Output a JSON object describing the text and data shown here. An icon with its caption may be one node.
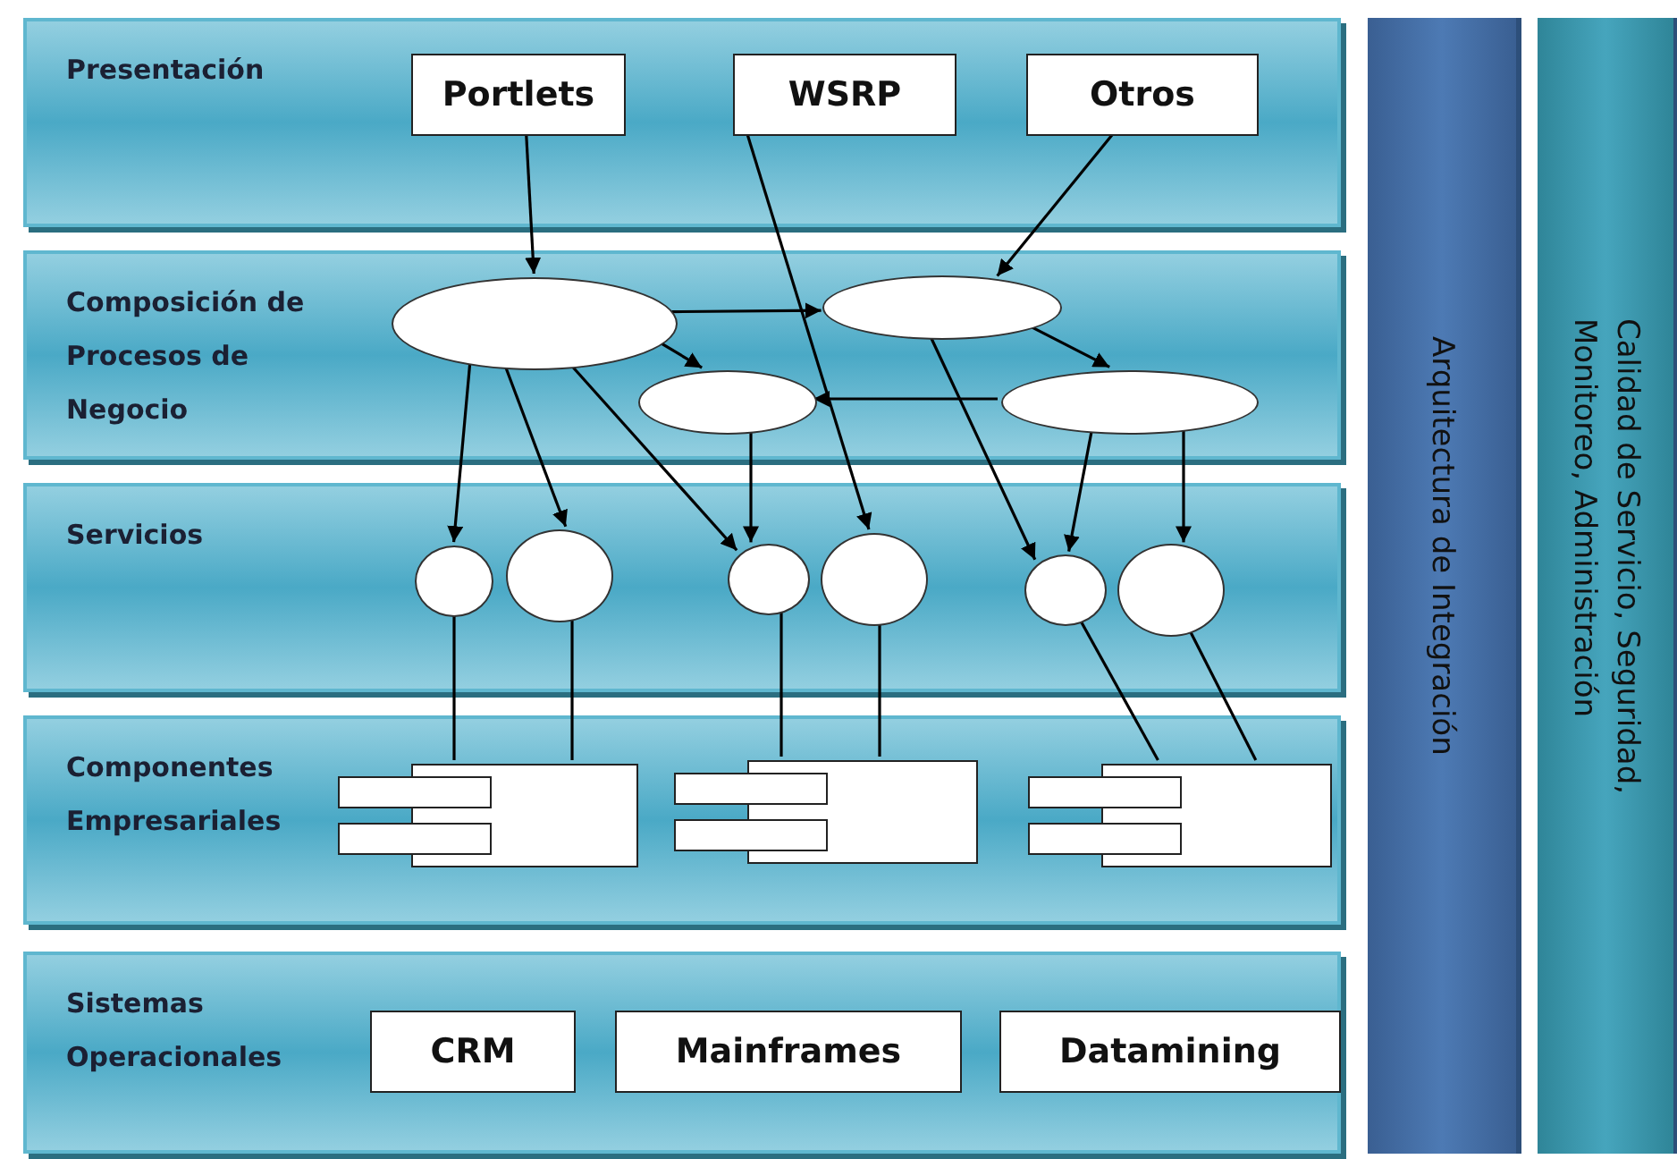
{
  "diagram": {
    "nodes": [
      {
        "text": [
          "Presentación"
        ]
      },
      {
        "text": [
          "Portlets"
        ],
        "in": 0
      },
      {
        "text": [
          "WSRP"
        ],
        "in": 0
      },
      {
        "text": [
          "Otros"
        ],
        "in": 0
      },
      {
        "text": [
          "Composición de Procesos de Negocio"
        ]
      },
      {
        "text": [],
        "shape": "ellipse",
        "in": 4
      },
      {
        "text": [],
        "shape": "ellipse",
        "in": 4
      },
      {
        "text": [],
        "shape": "ellipse",
        "in": 4
      },
      {
        "text": [],
        "shape": "ellipse",
        "in": 4
      },
      {
        "text": [
          "Servicios"
        ]
      },
      {
        "text": [],
        "shape": "circle",
        "in": 9
      },
      {
        "text": [],
        "shape": "circle",
        "in": 9
      },
      {
        "text": [],
        "shape": "circle",
        "in": 9
      },
      {
        "text": [],
        "shape": "circle",
        "in": 9
      },
      {
        "text": [],
        "shape": "circle",
        "in": 9
      },
      {
        "text": [],
        "shape": "circle",
        "in": 9
      },
      {
        "text": [
          "Componentes Empresariales"
        ]
      },
      {
        "text": [],
        "shape": "component",
        "in": 16
      },
      {
        "text": [],
        "shape": "component",
        "in": 16
      },
      {
        "text": [],
        "shape": "component",
        "in": 16
      },
      {
        "text": [
          "Sistemas Operacionales"
        ]
      },
      {
        "text": [
          "CRM"
        ],
        "in": 20
      },
      {
        "text": [
          "Mainframes"
        ],
        "in": 20
      },
      {
        "text": [
          "Datamining"
        ],
        "in": 20
      },
      {
        "text": [
          "Arquitectura de Integración"
        ]
      },
      {
        "text": [
          "Calidad de Servicio, Seguridad, Monitoreo, Administración"
        ]
      }
    ],
    "edges": [
      {
        "from": 1,
        "to": 5,
        "arrow": "to"
      },
      {
        "from": 2,
        "to": 13,
        "arrow": "to"
      },
      {
        "from": 3,
        "to": 7,
        "arrow": "to"
      },
      {
        "from": 5,
        "to": 7,
        "arrow": "to"
      },
      {
        "from": 5,
        "to": 6,
        "arrow": "to"
      },
      {
        "from": 5,
        "to": 10,
        "arrow": "to"
      },
      {
        "from": 5,
        "to": 11,
        "arrow": "to"
      },
      {
        "from": 5,
        "to": 12,
        "arrow": "to"
      },
      {
        "from": 6,
        "to": 12,
        "arrow": "to"
      },
      {
        "from": 8,
        "to": 6,
        "arrow": "to"
      },
      {
        "from": 7,
        "to": 14,
        "arrow": "to"
      },
      {
        "from": 7,
        "to": 8,
        "arrow": "to"
      },
      {
        "from": 8,
        "to": 14,
        "arrow": "to"
      },
      {
        "from": 8,
        "to": 15,
        "arrow": "to"
      },
      {
        "from": 10,
        "to": 17,
        "arrow": "none"
      },
      {
        "from": 11,
        "to": 17,
        "arrow": "none"
      },
      {
        "from": 12,
        "to": 18,
        "arrow": "none"
      },
      {
        "from": 13,
        "to": 18,
        "arrow": "none"
      },
      {
        "from": 14,
        "to": 19,
        "arrow": "none"
      },
      {
        "from": 15,
        "to": 19,
        "arrow": "none"
      }
    ]
  }
}
